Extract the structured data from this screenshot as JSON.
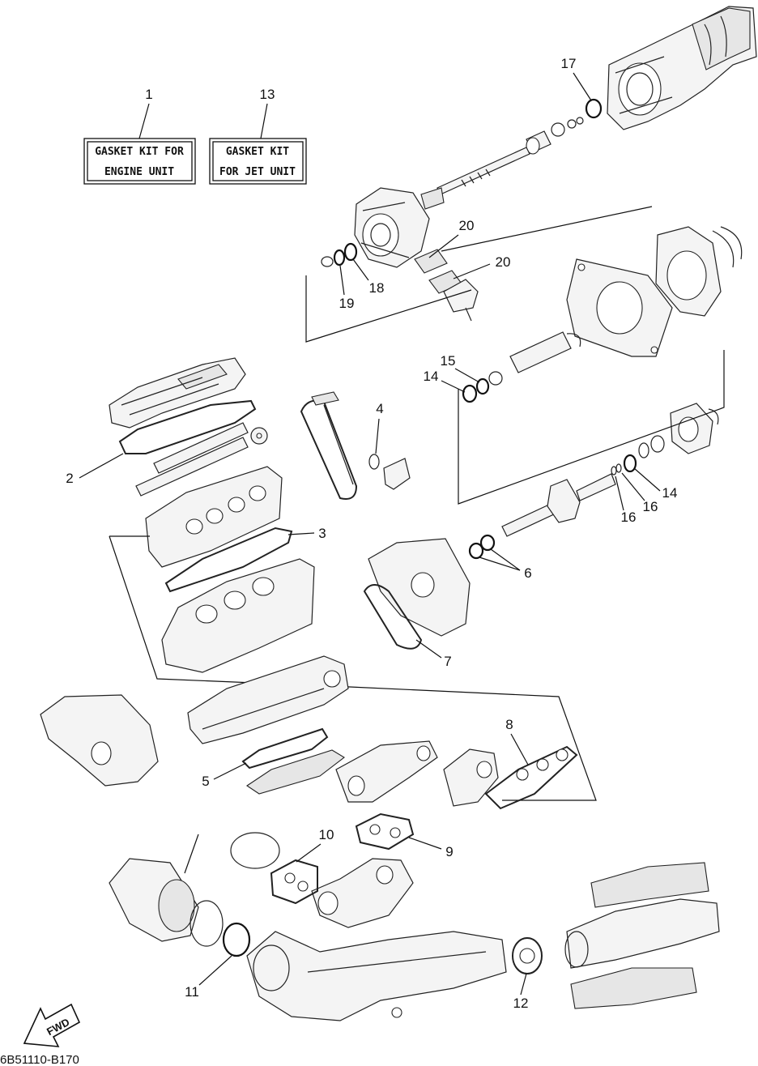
{
  "kit_boxes": [
    {
      "number": "1",
      "line1": "GASKET KIT FOR",
      "line2": "ENGINE UNIT"
    },
    {
      "number": "13",
      "line1": "GASKET KIT",
      "line2": "FOR JET UNIT"
    }
  ],
  "callouts": {
    "c2": "2",
    "c3": "3",
    "c4": "4",
    "c5": "5",
    "c6": "6",
    "c7": "7",
    "c8": "8",
    "c9": "9",
    "c10": "10",
    "c11": "11",
    "c12": "12",
    "c14a": "14",
    "c14b": "14",
    "c15": "15",
    "c16a": "16",
    "c16b": "16",
    "c17": "17",
    "c18": "18",
    "c19": "19",
    "c20a": "20",
    "c20b": "20"
  },
  "fwd_label": "FWD",
  "diagram_code": "6B51110-B170"
}
